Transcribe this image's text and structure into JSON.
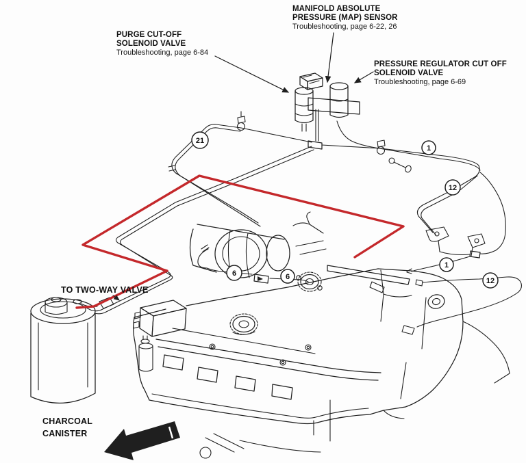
{
  "colors": {
    "ink": "#1f1f1f",
    "highlight": "#c4282b",
    "background": "#fdfdfd"
  },
  "labels": {
    "map_sensor": {
      "title_line1": "MANIFOLD ABSOLUTE",
      "title_line2": "PRESSURE (MAP) SENSOR",
      "note": "Troubleshooting, page 6-22, 26"
    },
    "purge_valve": {
      "title_line1": "PURGE CUT-OFF",
      "title_line2": "SOLENOID VALVE",
      "note": "Troubleshooting, page 6-84"
    },
    "pressure_regulator_valve": {
      "title_line1": "PRESSURE REGULATOR CUT OFF",
      "title_line2": "SOLENOID VALVE",
      "note": "Troubleshooting, page 6-69"
    },
    "two_way_valve": "TO TWO-WAY VALVE",
    "charcoal_canister_line1": "CHARCOAL",
    "charcoal_canister_line2": "CANISTER"
  },
  "callouts": [
    {
      "id": "21"
    },
    {
      "id": "1"
    },
    {
      "id": "12"
    },
    {
      "id": "6"
    },
    {
      "id": "6"
    },
    {
      "id": "1"
    },
    {
      "id": "12"
    }
  ]
}
